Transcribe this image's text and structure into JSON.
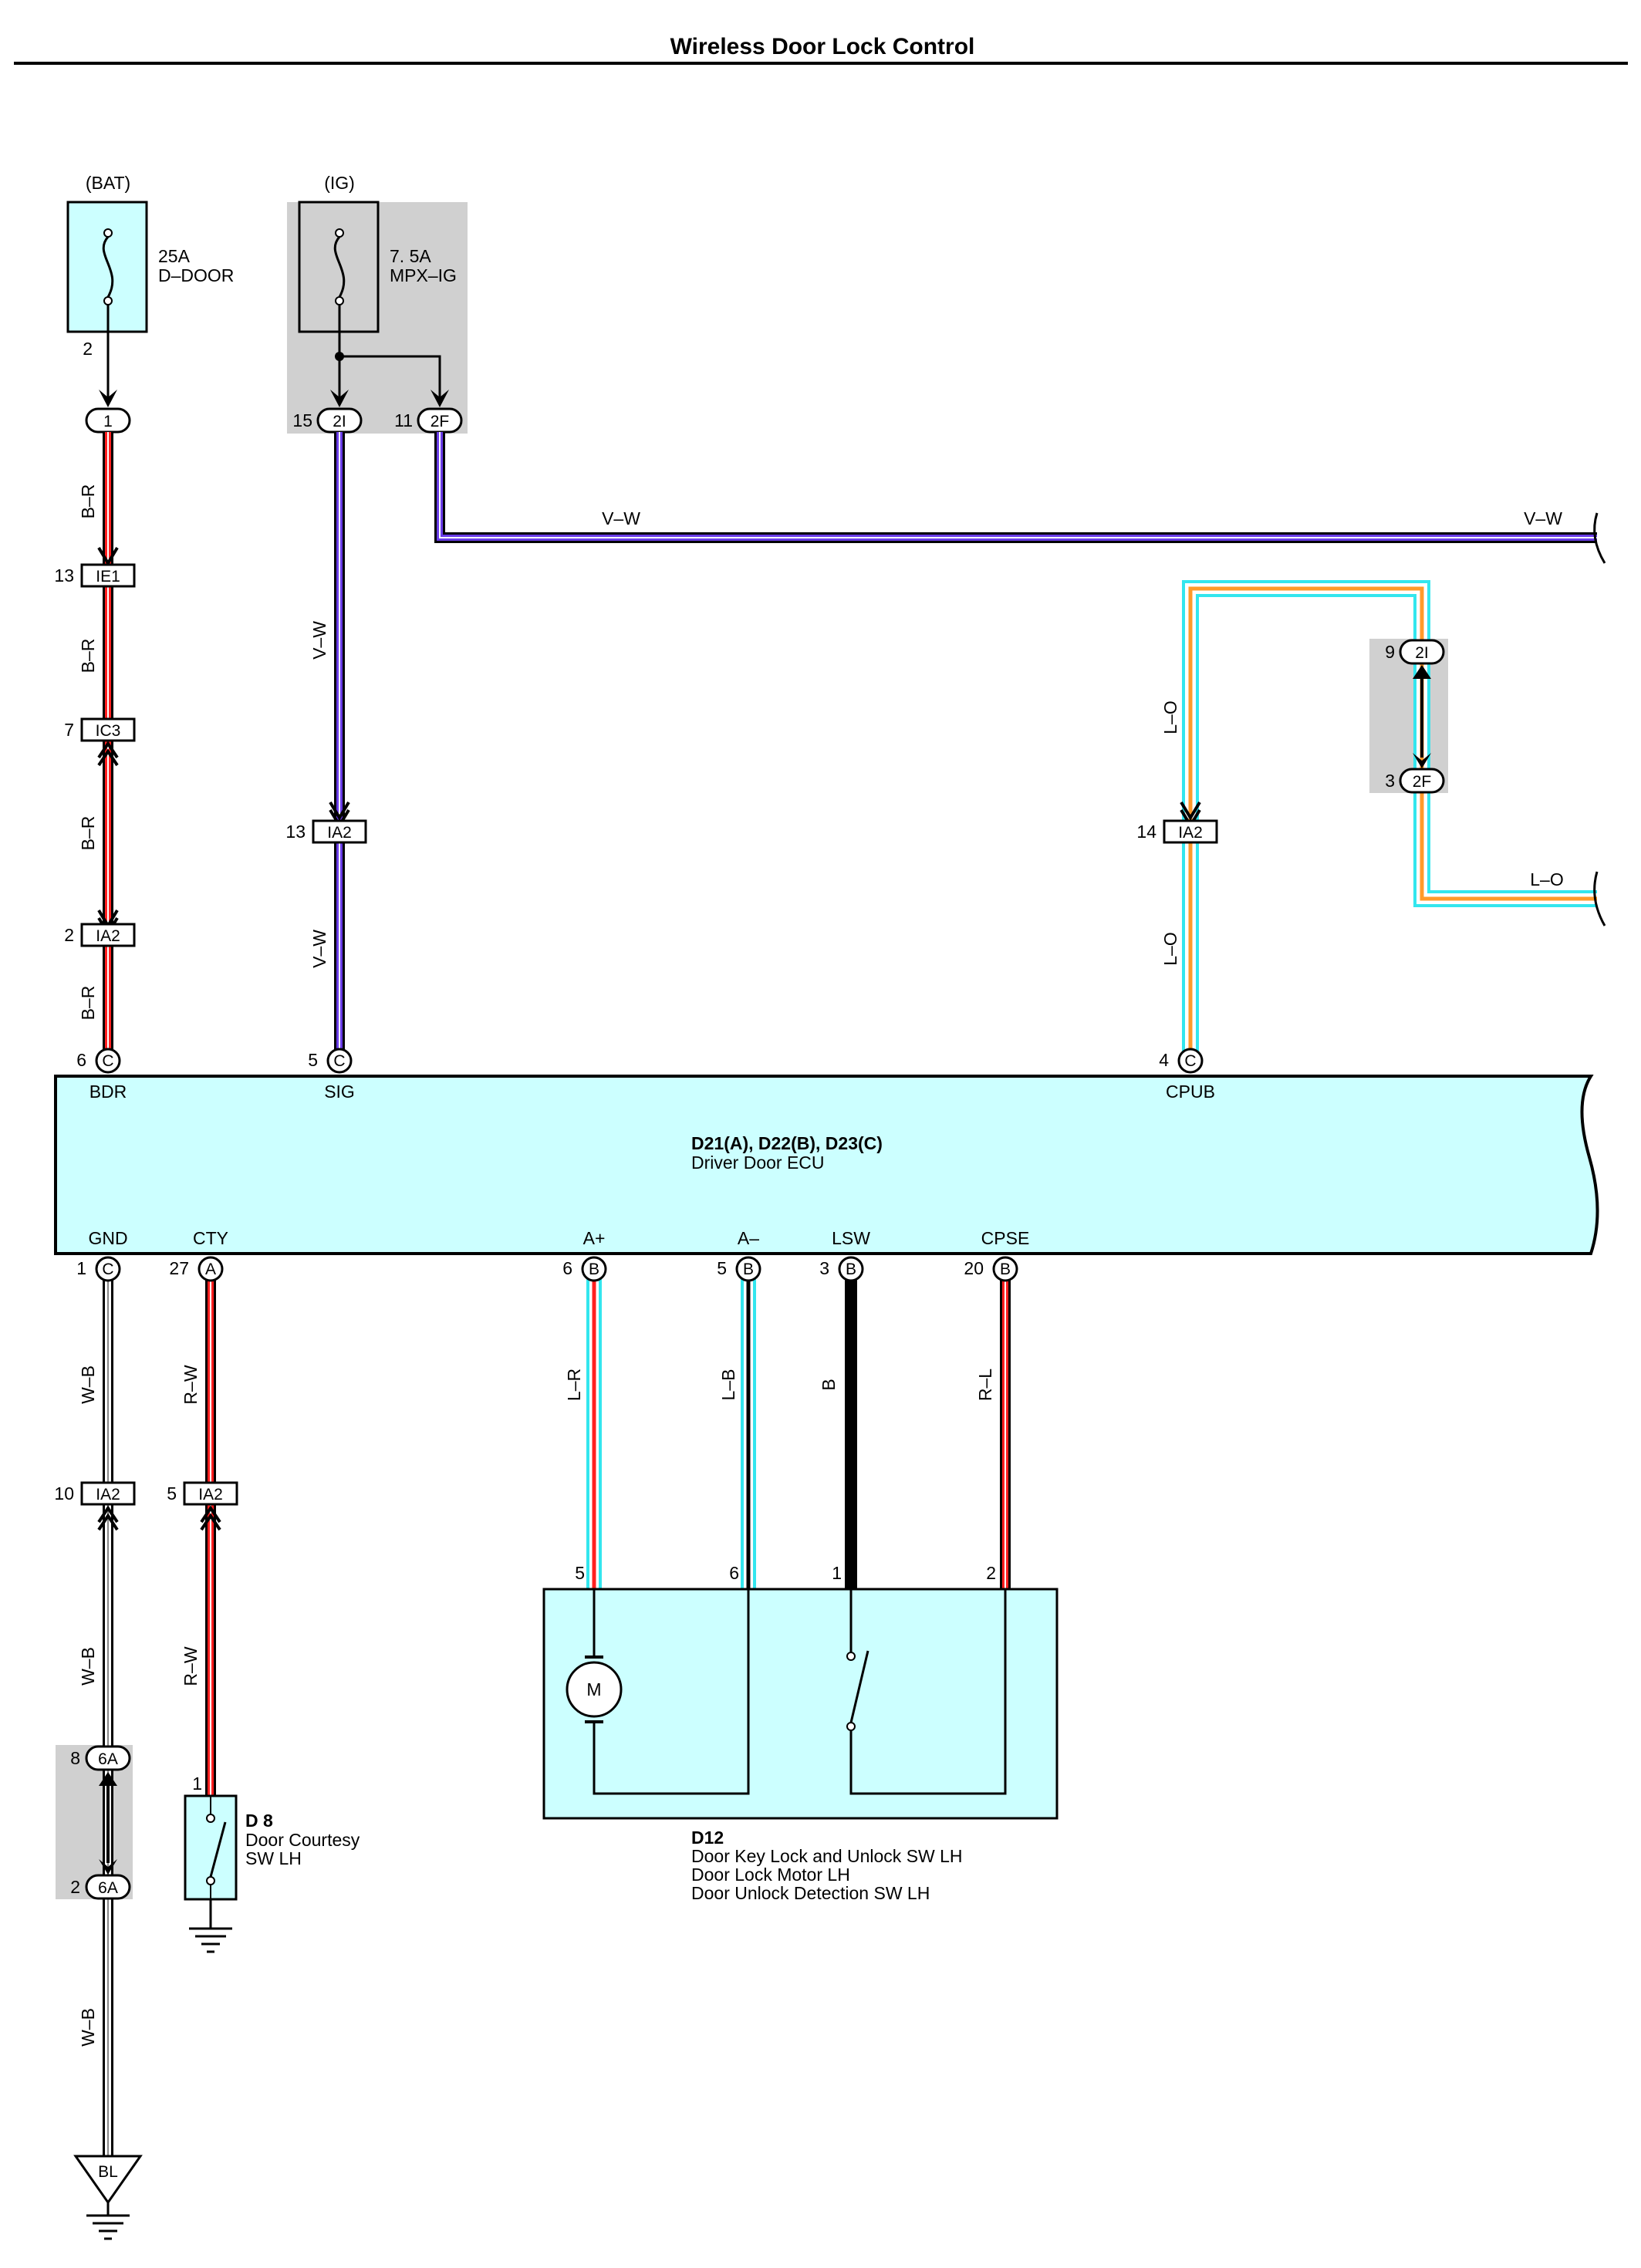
{
  "title": "Wireless Door Lock Control",
  "colors": {
    "ecu_fill": "#ccffff",
    "shade": "#d0d0d0",
    "wire_red": "#ff2020",
    "wire_violet": "#6a3de8",
    "wire_cyan": "#33e6ee",
    "wire_orange": "#ff9a2a",
    "wire_white": "#ffffff",
    "wire_black": "#000000"
  },
  "power": {
    "bat": {
      "source": "(BAT)",
      "amps": "25A",
      "name": "D–DOOR",
      "pin": "2"
    },
    "ig": {
      "source": "(IG)",
      "amps": "7. 5A",
      "name": "MPX–IG"
    }
  },
  "connectors": {
    "c1": {
      "code": "1"
    },
    "c2i_top": {
      "code": "2I",
      "pin": "15"
    },
    "c2f_top": {
      "code": "2F",
      "pin": "11"
    },
    "ie1": {
      "code": "IE1",
      "pin": "13"
    },
    "ic3": {
      "code": "IC3",
      "pin": "7"
    },
    "ia2_bdr": {
      "code": "IA2",
      "pin": "2"
    },
    "ia2_sig": {
      "code": "IA2",
      "pin": "13"
    },
    "ia2_cpub": {
      "code": "IA2",
      "pin": "14"
    },
    "j2i_right": {
      "code": "2I",
      "pin": "9"
    },
    "j2f_right": {
      "code": "2F",
      "pin": "3"
    },
    "ia2_gnd": {
      "code": "IA2",
      "pin": "10"
    },
    "ia2_cty": {
      "code": "IA2",
      "pin": "5"
    },
    "j6a_top": {
      "code": "6A",
      "pin": "8"
    },
    "j6a_bot": {
      "code": "6A",
      "pin": "2"
    },
    "ground_bl": {
      "code": "BL"
    }
  },
  "wires": {
    "br": "B–R",
    "vw": "V–W",
    "lo": "L–O",
    "wb": "W–B",
    "rw": "R–W",
    "lr": "L–R",
    "lb": "L–B",
    "b": "B",
    "rl": "R–L"
  },
  "ecu": {
    "title": "D21(A), D22(B), D23(C)",
    "name": "Driver Door ECU",
    "top_pins": [
      {
        "name": "BDR",
        "num": "6",
        "conn": "C"
      },
      {
        "name": "SIG",
        "num": "5",
        "conn": "C"
      },
      {
        "name": "CPUB",
        "num": "4",
        "conn": "C"
      }
    ],
    "bottom_pins": [
      {
        "name": "GND",
        "num": "1",
        "conn": "C"
      },
      {
        "name": "CTY",
        "num": "27",
        "conn": "A"
      },
      {
        "name": "A+",
        "num": "6",
        "conn": "B"
      },
      {
        "name": "A–",
        "num": "5",
        "conn": "B"
      },
      {
        "name": "LSW",
        "num": "3",
        "conn": "B"
      },
      {
        "name": "CPSE",
        "num": "20",
        "conn": "B"
      }
    ]
  },
  "d8": {
    "id": "D 8",
    "line1": "Door Courtesy",
    "line2": "SW LH",
    "pin": "1"
  },
  "d12": {
    "id": "D12",
    "lines": [
      "Door Key Lock and Unlock SW LH",
      "Door Lock Motor LH",
      "Door Unlock Detection SW LH"
    ],
    "pins": [
      "5",
      "6",
      "1",
      "2"
    ],
    "motor": "M"
  }
}
